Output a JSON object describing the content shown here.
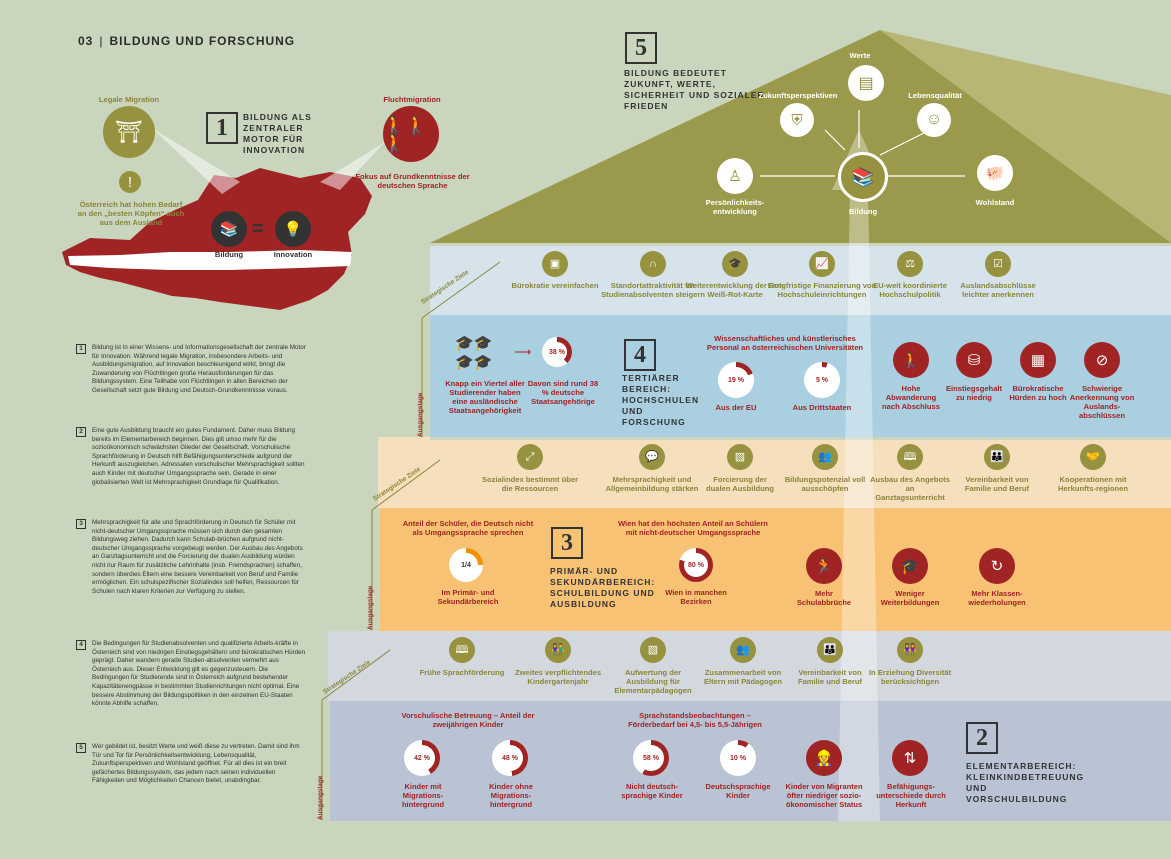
{
  "header": {
    "num": "03",
    "title": "BILDUNG UND FORSCHUNG"
  },
  "austria": {
    "legal_label": "Legale Migration",
    "flight_label": "Fluchtmigration",
    "legal_note": "Österreich hat hohen Bedarf an den „besten Köpfen“ auch aus dem Ausland",
    "flight_note": "Fokus auf Grundkenntnisse der deutschen Sprache",
    "box_num": "1",
    "box_title": "Bildung als zentraler Motor für Innovation",
    "eq_left": "Bildung",
    "eq_right": "Innovation",
    "eq_sign": "="
  },
  "roof": {
    "box_num": "5",
    "title": "Bildung bedeutet Zukunft, Werte, Sicherheit und sozialer Frieden",
    "center": "Bildung",
    "items": [
      "Werte",
      "Zukunftsperspektiven",
      "Lebensqualität",
      "Persönlichkeits-entwicklung",
      "Wohlstand"
    ]
  },
  "level4": {
    "ziele_label": "Strategische Ziele",
    "lage_label": "Ausgangslage",
    "goals": [
      "Bürokratie vereinfachen",
      "Standortattraktivität für Studienabsolventen steigern",
      "Weiterentwicklung der Rot-Weiß-Rot-Karte",
      "Langfristige Finanzierung von Hochschuleinrichtungen",
      "EU-weit koordinierte Hochschulpolitik",
      "Auslandsabschlüsse leichter anerkennen"
    ],
    "box_num": "4",
    "box_title": "Tertiärer Bereich: Hochschulen und Forschung",
    "stat1_text": "Knapp ein Viertel aller Studierender haben eine ausländische Staatsangehörigkeit",
    "stat2_pct": "38 %",
    "stat2_text": "Davon sind rund 38 % deutsche Staatsangehörige",
    "staff_title": "Wissenschaftliches und künstlerisches Personal an österreichischen Universitäten",
    "staff1_pct": "19 %",
    "staff1_label": "Aus der EU",
    "staff2_pct": "5 %",
    "staff2_label": "Aus Drittstaaten",
    "issues": [
      "Hohe Abwanderung nach Abschluss",
      "Einstiegsgehalt zu niedrig",
      "Bürokratische Hürden zu hoch",
      "Schwierige Anerkennung von Auslands-abschlüssen"
    ]
  },
  "level3": {
    "ziele_label": "Strategische Ziele",
    "lage_label": "Ausgangslage",
    "goals": [
      "Sozialindex bestimmt über die Ressourcen",
      "Mehrsprachigkeit und Allgemeinbildung stärken",
      "Forcierung der dualen Ausbildung",
      "Bildungspotenzial voll ausschöpfen",
      "Ausbau des Angebots an Ganztagsunterricht",
      "Vereinbarkeit von Familie und Beruf",
      "Kooperationen mit Herkunfts-regionen"
    ],
    "box_num": "3",
    "box_title": "Primär- und Sekundärbereich: Schulbildung und Ausbildung",
    "share_title": "Anteil der Schüler, die Deutsch nicht als Umgangssprache sprechen",
    "share_val": "1/4",
    "share_label": "Im Primär- und Sekundärbereich",
    "vienna_title": "Wien hat den höchsten Anteil an Schülern mit nicht-deutscher Umgangssprache",
    "vienna_val": "80 %",
    "vienna_label": "Wien in manchen Bezirken",
    "issues": [
      "Mehr Schulabbrüche",
      "Weniger Weiterbildungen",
      "Mehr Klassen-wiederholungen"
    ]
  },
  "level2": {
    "ziele_label": "Strategische Ziele",
    "lage_label": "Ausgangslage",
    "goals": [
      "Frühe Sprachförderung",
      "Zweites verpflichtendes Kindergartenjahr",
      "Aufwertung der Ausbildung für Elementarpädagogen",
      "Zusammenarbeit von Eltern mit Pädagogen",
      "Vereinbarkeit von Familie und Beruf",
      "In Erziehung Diversität berücksichtigen"
    ],
    "box_num": "2",
    "box_title": "Elementarbereich: Kleinkindbetreuung und Vorschulbildung",
    "care_title": "Vorschulische Betreuung – Anteil der zweijährigen Kinder",
    "care1_pct": "42 %",
    "care1_label": "Kinder mit Migrations-hintergrund",
    "care2_pct": "48 %",
    "care2_label": "Kinder ohne Migrations-hintergrund",
    "lang_title": "Sprachstandsbeobachtungen – Förderbedarf bei 4,5- bis 5,5-Jährigen",
    "lang1_pct": "58 %",
    "lang1_label": "Nicht deutsch-sprachige Kinder",
    "lang2_pct": "10 %",
    "lang2_label": "Deutschsprachige Kinder",
    "issues": [
      "Kinder von Migranten öfter niedriger sozio-ökonomischer Status",
      "Befähigungs-unterschiede durch Herkunft"
    ]
  },
  "paragraphs": [
    {
      "num": "1",
      "text": "Bildung ist in einer Wissens- und Informationsgesellschaft der zentrale Motor für Innovation. Während legale Migration, insbesondere Arbeits- und Ausbildungsmigration, auf Innovation beschleunigend wirkt, bringt die Zuwanderung von Flüchtlingen große Herausforderungen für das Bildungssystem. Eine Teilhabe von Flüchtlingen in allen Bereichen der Gesellschaft setzt gute Bildung und Deutsch-Grundkenntnisse voraus."
    },
    {
      "num": "2",
      "text": "Eine gute Ausbildung braucht ein gutes Fundament. Daher muss Bildung bereits im Elementarbereich beginnen. Dies gilt umso mehr für die sozioökonomisch schwächsten Glieder der Gesellschaft. Vorschulische Sprachförderung in Deutsch hilft Befähigungsunterschiede aufgrund der Herkunft auszugleichen. Adressaten vorschulischer Mehrsprachigkeit sollten auch Kinder mit deutscher Umgangssprache sein. Gerade in einer globalisierten Welt ist Mehrsprachigkeit Grundlage für Qualifikation."
    },
    {
      "num": "3",
      "text": "Mehrsprachigkeit für alle und Sprachförderung in Deutsch für Schüler mit nicht-deutscher Umgangssprache müssen sich durch den gesamten Bildungsweg ziehen. Dadurch kann Schulab-brüchen aufgrund nicht-deutscher Umgangssprache vorgebeugt werden. Der Ausbau des Angebots an Ganztagsunterricht und die Forcierung der dualen Ausbildung würden nicht nur Raum für zusätzliche Lehrinhalte (insb. Fremdsprachen) schaffen, sondern überdies Eltern eine bessere Vereinbarkeit von Beruf und Familie ermöglichen. Ein schulspezifischer Sozialindex soll helfen, Ressourcen für Schulen nach klaren Kriterien zur Verfügung zu stellen."
    },
    {
      "num": "4",
      "text": "Die Bedingungen für Studienabsolventen und qualifizierte Arbeits-kräfte in Österreich sind von niedrigen Einstiegsgehältern und bürokratischen Hürden geprägt. Daher wandern gerade Studien-absolventen vermehrt aus Österreich aus. Dieser Entwicklung gilt es gegenzusteuern. Die Bedingungen für Studierende sind in Österreich aufgrund bestehender Kapazitätenengpässe in bestimmten Studienrichtungen nicht optimal. Eine bessere Abstimmung der Bildungspolitiken in den einzelnen EU-Staaten könnte Abhilfe schaffen."
    },
    {
      "num": "5",
      "text": "Wer gebildet ist, besitzt Werte und weiß diese zu vertreten. Damit sind ihm Tür und Tor für Persönlichkeitsentwicklung, Lebensqualität, Zukunftsperspektiven und Wohlstand geöffnet. Für all dies ist ein breit gefächertes Bildungssystem, das jedem nach seinen individuellen Fähigkeiten und Möglichkeiten Chancen bietet, unabdingbar."
    }
  ],
  "colors": {
    "olive": "#97923f",
    "red": "#a02424",
    "bg": "#c9d5bd"
  }
}
